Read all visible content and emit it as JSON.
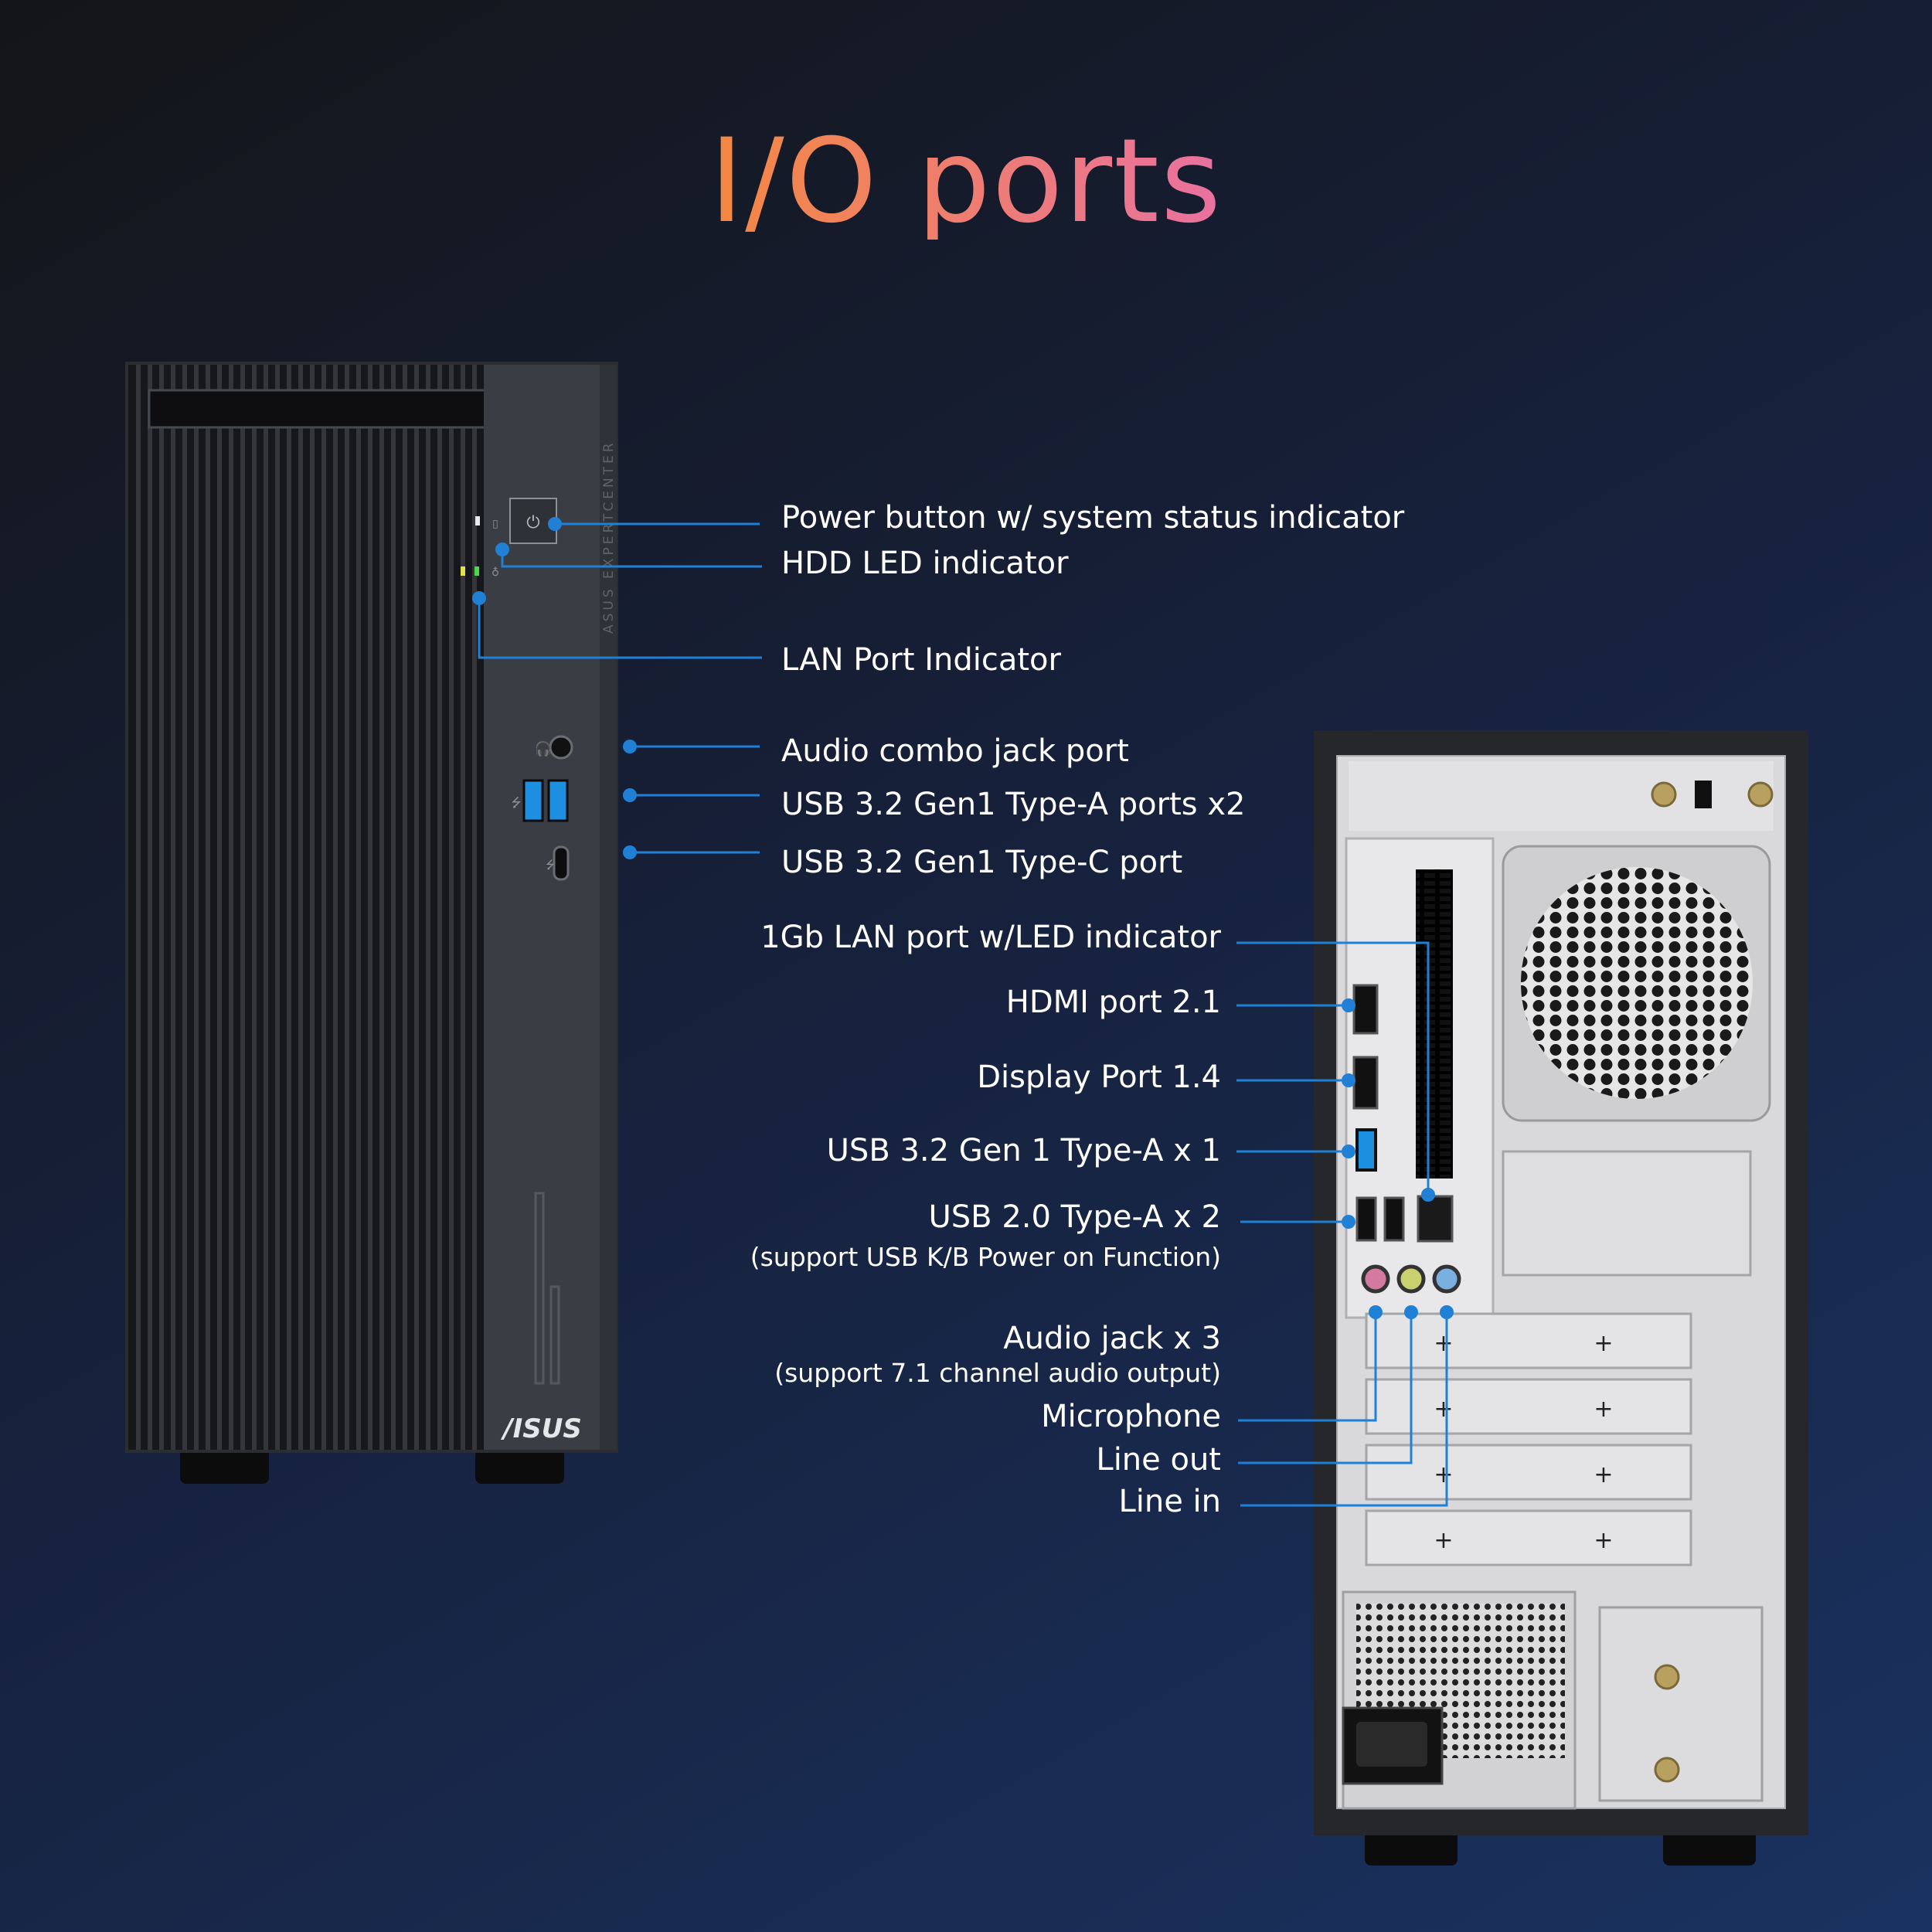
{
  "title": "I/O ports",
  "colors": {
    "accent": "#1f80d6",
    "title_start": "#f48a3c",
    "title_end": "#e870a6"
  },
  "front_callouts": {
    "power": "Power button w/ system status indicator",
    "hdd": "HDD LED indicator",
    "lan_indicator": "LAN Port Indicator",
    "audio_combo": "Audio combo jack port",
    "usb_a": "USB 3.2 Gen1 Type-A ports x2",
    "usb_c": "USB 3.2 Gen1 Type-C port"
  },
  "rear_callouts": {
    "lan": "1Gb LAN port w/LED indicator",
    "hdmi": "HDMI port 2.1",
    "dp": "Display Port 1.4",
    "usb32": "USB 3.2 Gen 1 Type-A x 1",
    "usb20": "USB 2.0 Type-A x 2",
    "usb20_note": "(support USB K/B Power on Function)",
    "audio": "Audio jack x 3",
    "audio_note": "(support 7.1 channel audio output)",
    "mic": "Microphone",
    "line_out": "Line out",
    "line_in": "Line in"
  },
  "branding": {
    "logo": "/ISUS",
    "side_text": "ASUS EXPERTCENTER"
  }
}
